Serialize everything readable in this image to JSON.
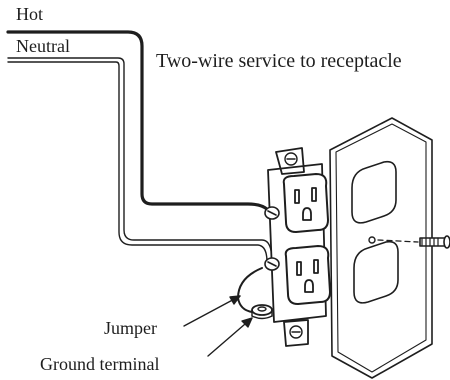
{
  "labels": {
    "hot": "Hot",
    "neutral": "Neutral",
    "title": "Two-wire service to receptacle",
    "jumper": "Jumper",
    "ground_terminal": "Ground terminal"
  },
  "colors": {
    "ink": "#1e1e1e",
    "background": "#ffffff"
  }
}
